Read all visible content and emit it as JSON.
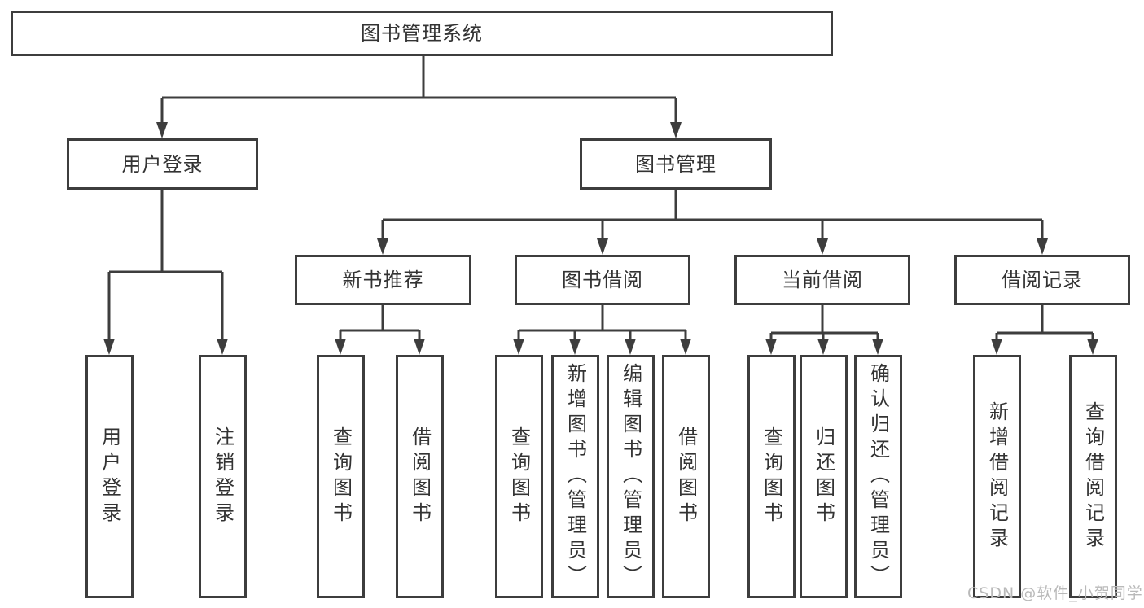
{
  "tree": {
    "root": {
      "label": "图书管理系统",
      "children": [
        {
          "label": "用户登录",
          "children": [
            {
              "label": "用户登录"
            },
            {
              "label": "注销登录"
            }
          ]
        },
        {
          "label": "图书管理",
          "children": [
            {
              "label": "新书推荐",
              "children": [
                {
                  "label": "查询图书"
                },
                {
                  "label": "借阅图书"
                }
              ]
            },
            {
              "label": "图书借阅",
              "children": [
                {
                  "label": "查询图书"
                },
                {
                  "label": "新增图书（管理员）"
                },
                {
                  "label": "编辑图书（管理员）"
                },
                {
                  "label": "借阅图书"
                }
              ]
            },
            {
              "label": "当前借阅",
              "children": [
                {
                  "label": "查询图书"
                },
                {
                  "label": "归还图书"
                },
                {
                  "label": "确认归还（管理员）"
                }
              ]
            },
            {
              "label": "借阅记录",
              "children": [
                {
                  "label": "新增借阅记录"
                },
                {
                  "label": "查询借阅记录"
                }
              ]
            }
          ]
        }
      ]
    }
  },
  "watermark": {
    "text": "CSDN @软件_小贺同学"
  },
  "colors": {
    "line": "#3d3d3d",
    "border": "#3d3d3d",
    "text": "#333333",
    "watermark": "#b9b9b9",
    "background": "#ffffff"
  }
}
